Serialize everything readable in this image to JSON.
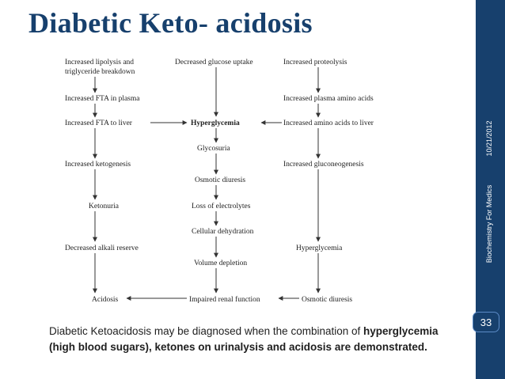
{
  "title": "Diabetic Keto- acidosis",
  "sidebar": {
    "date": "10/21/2012",
    "source": "Biochemistry For Medics",
    "page_number": "33"
  },
  "diagram": {
    "nodes": {
      "lipolysis_1": "Increased lipolysis and",
      "lipolysis_2": "triglyceride breakdown",
      "fta_plasma": "Increased FTA in plasma",
      "fta_liver": "Increased FTA to liver",
      "ketogenesis": "Increased ketogenesis",
      "ketonuria": "Ketonuria",
      "alkali": "Decreased alkali reserve",
      "acidosis": "Acidosis",
      "glucose_uptake": "Decreased glucose uptake",
      "hyperglycemia_center": "Hyperglycemia",
      "glycosuria": "Glycosuria",
      "osmotic_diuresis_center": "Osmotic diuresis",
      "electrolytes": "Loss of electrolytes",
      "dehydration": "Cellular dehydration",
      "volume": "Volume depletion",
      "renal": "Impaired renal function",
      "proteolysis": "Increased proteolysis",
      "amino_plasma": "Increased plasma amino acids",
      "amino_liver": "Increased amino acids to liver",
      "gluconeogenesis": "Increased gluconeogenesis",
      "hyperglycemia_right": "Hyperglycemia",
      "osmotic_diuresis_right": "Osmotic diuresis"
    }
  },
  "caption": {
    "p1": "Diabetic Ketoacidosis may be diagnosed when the combination of ",
    "b1": "hyperglycemia (high blood sugars), ketones on urinalysis and acidosis are demonstrated."
  }
}
